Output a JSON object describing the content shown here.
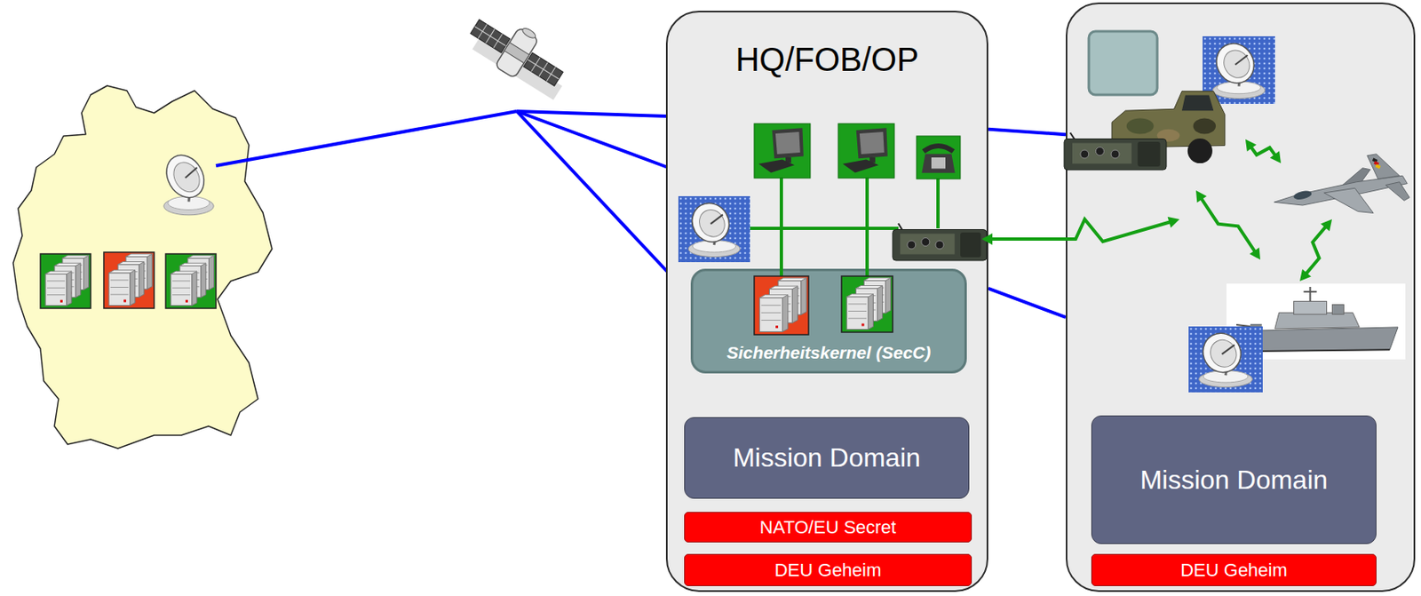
{
  "diagram": {
    "nodes": [
      {
        "text": [
          "HQ/FOB/OP"
        ]
      },
      {
        "text": [
          "Sicherheitskernel (SecC)"
        ],
        "in": 0
      },
      {
        "text": [
          "Mission Domain"
        ],
        "in": 0
      },
      {
        "text": [
          "NATO/EU Secret"
        ],
        "in": 0
      },
      {
        "text": [
          "DEU Geheim"
        ],
        "in": 0
      },
      {
        "text": []
      },
      {
        "text": [
          "Mission Domain"
        ],
        "in": 5
      },
      {
        "text": [
          "DEU Geheim"
        ],
        "in": 5
      }
    ],
    "edges": [
      {
        "from": 0,
        "to": 5,
        "arrow": "none"
      },
      {
        "from": 0,
        "to": 5,
        "arrow": "none"
      }
    ]
  }
}
